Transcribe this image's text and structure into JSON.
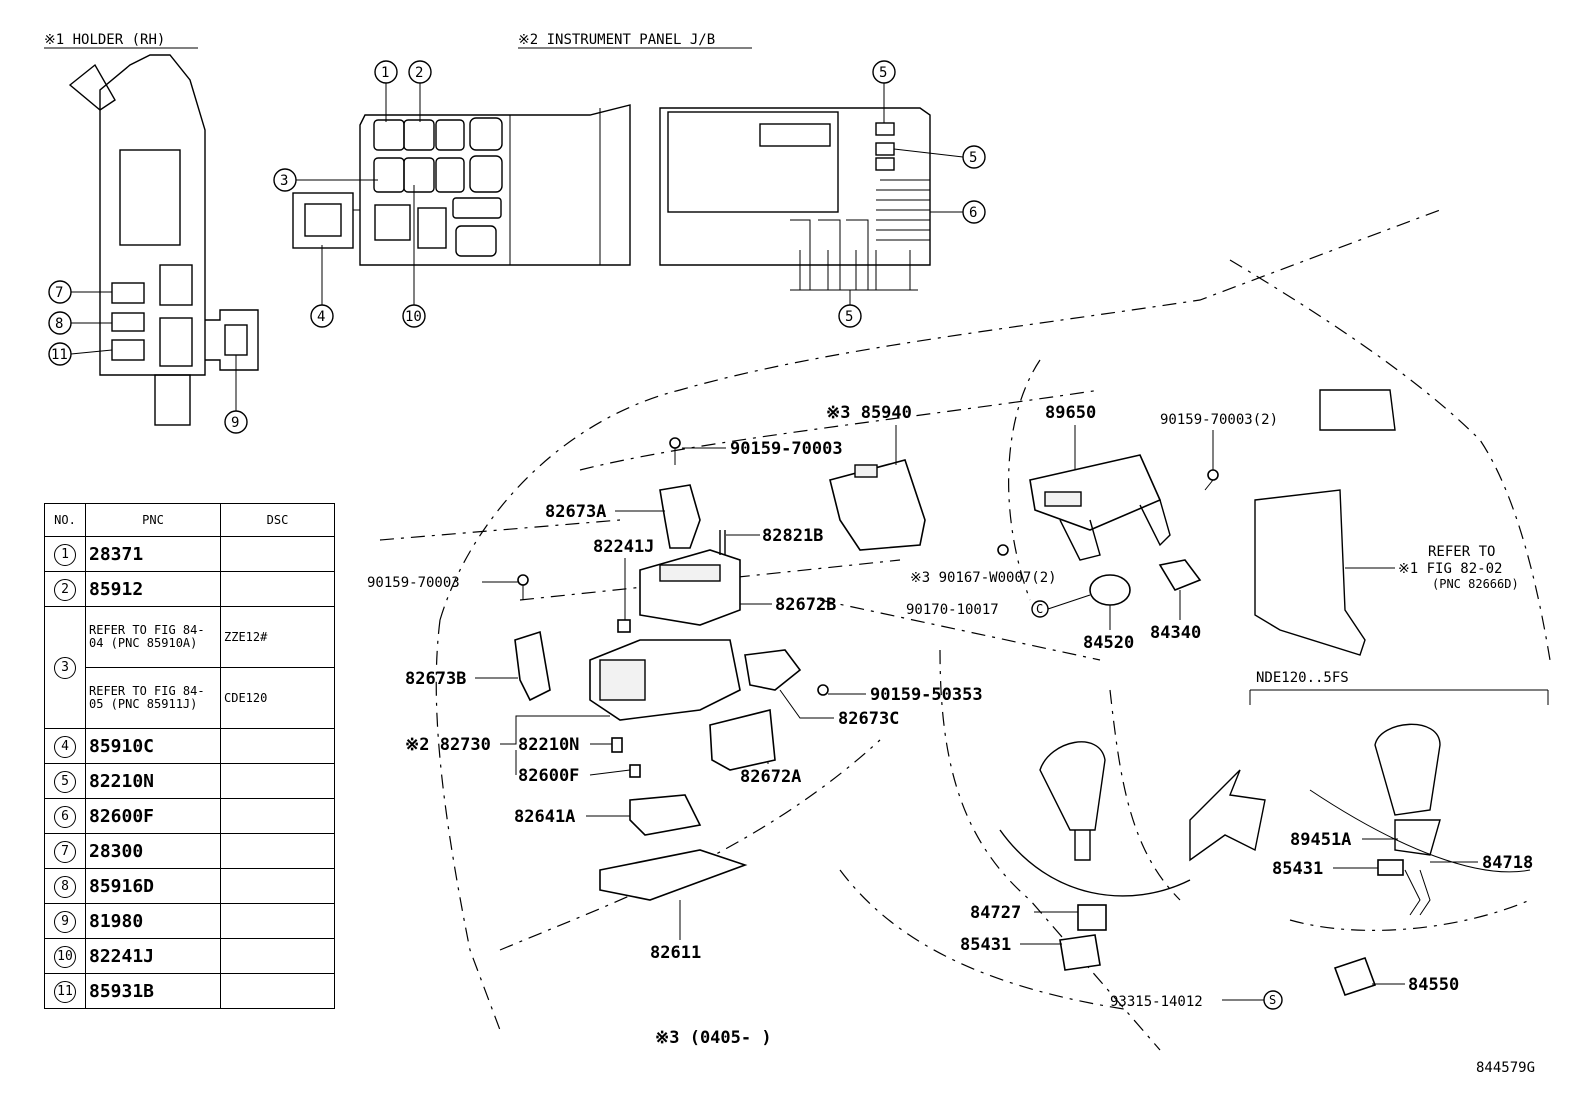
{
  "headers": {
    "holder_rh": "※1 HOLDER (RH)",
    "instrument_panel": "※2 INSTRUMENT PANEL J/B"
  },
  "callout_numbers": [
    "1",
    "2",
    "3",
    "4",
    "5",
    "6",
    "7",
    "8",
    "9",
    "10",
    "11"
  ],
  "parts": {
    "p85940": "※3 85940",
    "p89650": "89650",
    "p90159_70003_2": "90159-70003(2)",
    "p90159_70003_a": "90159-70003",
    "p82673A": "82673A",
    "p82821B": "82821B",
    "p82241J": "82241J",
    "p90159_70003_b": "90159-70003",
    "p82672B": "82672B",
    "p90167": "※3 90167-W0007(2)",
    "p90170": "90170-10017",
    "p84520": "84520",
    "p84340": "84340",
    "p82673B": "82673B",
    "p90159_50353": "90159-50353",
    "p82673C": "82673C",
    "p82730": "※2 82730",
    "p82210N": "82210N",
    "p82600F": "82600F",
    "p82672A": "82672A",
    "p82641A": "82641A",
    "p82611": "82611",
    "p84727": "84727",
    "p85431a": "85431",
    "p93315": "93315-14012",
    "p84550": "84550",
    "p89451A": "89451A",
    "p85431b": "85431",
    "p84718": "84718",
    "refer1": "REFER TO",
    "refer2": "※1 FIG 82-02",
    "refer3": "(PNC 82666D)",
    "nde": "NDE120..5FS",
    "note3": "※3 (0405-     )",
    "figcode": "844579G",
    "mark_c": "C",
    "mark_s": "S"
  },
  "table": {
    "headers": [
      "NO.",
      "PNC",
      "DSC"
    ],
    "rows": [
      {
        "no": "1",
        "pnc": "28371",
        "dsc": ""
      },
      {
        "no": "2",
        "pnc": "85912",
        "dsc": ""
      },
      {
        "no": "3",
        "pnc": "REFER TO FIG 84-04 (PNC 85910A)",
        "dsc": "ZZE12#"
      },
      {
        "no": "",
        "pnc": "REFER TO FIG 84-05 (PNC 85911J)",
        "dsc": "CDE120"
      },
      {
        "no": "4",
        "pnc": "85910C",
        "dsc": ""
      },
      {
        "no": "5",
        "pnc": "82210N",
        "dsc": ""
      },
      {
        "no": "6",
        "pnc": "82600F",
        "dsc": ""
      },
      {
        "no": "7",
        "pnc": "28300",
        "dsc": ""
      },
      {
        "no": "8",
        "pnc": "85916D",
        "dsc": ""
      },
      {
        "no": "9",
        "pnc": "81980",
        "dsc": ""
      },
      {
        "no": "10",
        "pnc": "82241J",
        "dsc": ""
      },
      {
        "no": "11",
        "pnc": "85931B",
        "dsc": ""
      }
    ]
  }
}
